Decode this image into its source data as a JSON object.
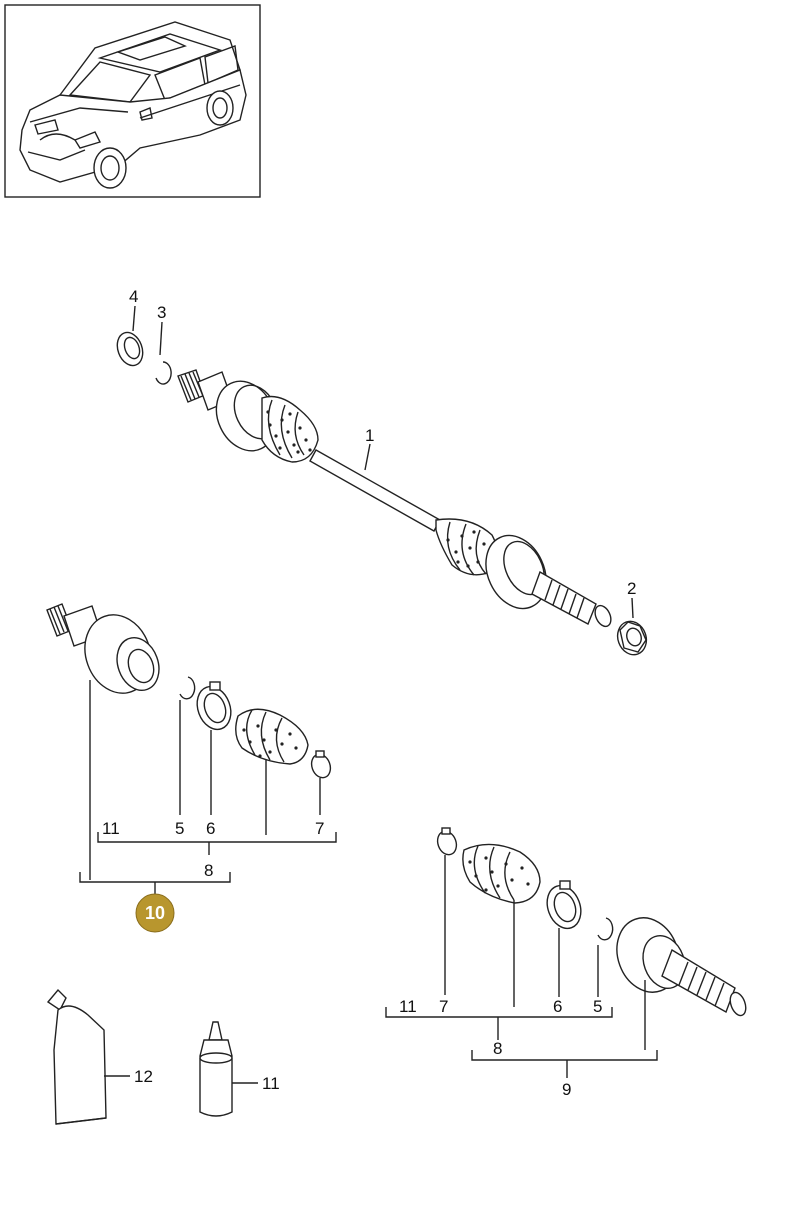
{
  "callouts": {
    "c1": "1",
    "c2": "2",
    "c3": "3",
    "c4": "4",
    "c5a": "5",
    "c6a": "6",
    "c7a": "7",
    "c8a": "8",
    "c10": "10",
    "c11a": "11",
    "c7b": "7",
    "c6b": "6",
    "c5b": "5",
    "c11b": "11",
    "c8b": "8",
    "c9": "9",
    "c12": "12",
    "c11c": "11"
  },
  "colors": {
    "line": "#222222",
    "highlight": "#b8962e",
    "highlight_text": "#ffffff"
  },
  "icons": {
    "vehicle": "suv-thumbnail-icon",
    "grease_tube": "grease-tube-icon",
    "bottle": "lubricant-bottle-icon"
  }
}
